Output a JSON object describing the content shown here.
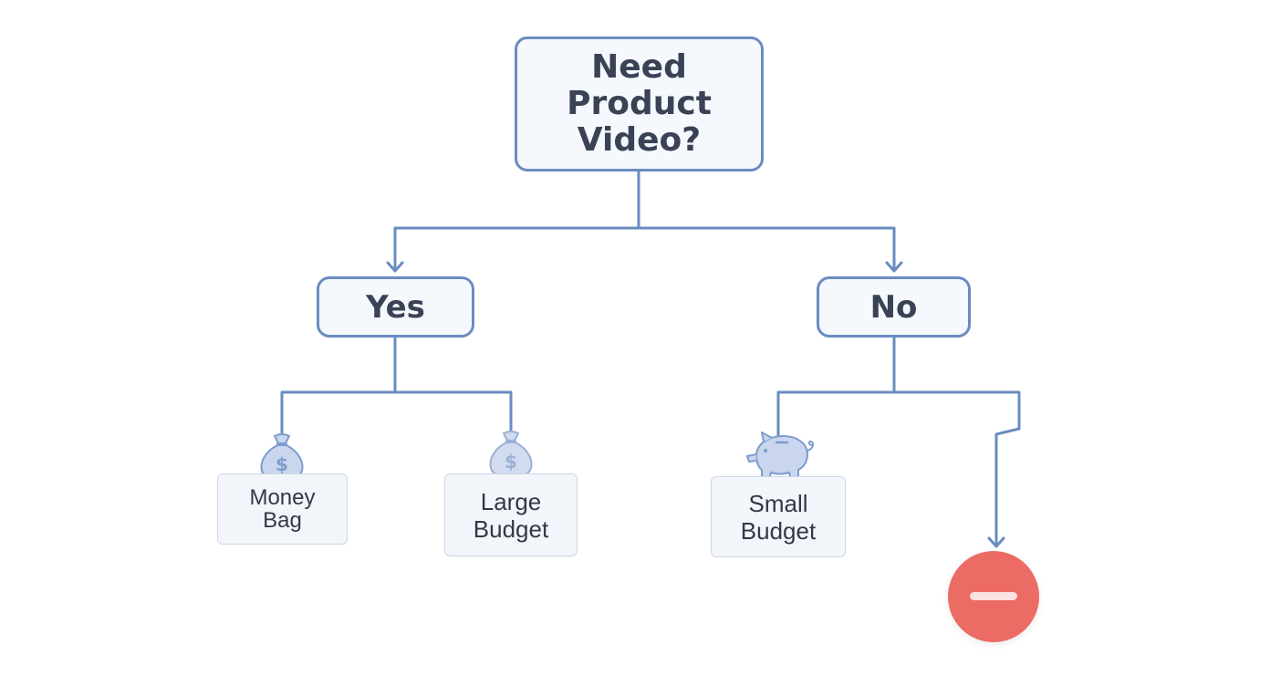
{
  "diagram": {
    "root": {
      "label_lines": [
        "Need",
        "Product",
        "Video?"
      ]
    },
    "yes_branch": {
      "label": "Yes",
      "children": [
        {
          "label_lines": [
            "Money",
            "Bag"
          ],
          "icon": "money-bag-icon"
        },
        {
          "label_lines": [
            "Large",
            "Budget"
          ],
          "icon": "money-bag-icon"
        }
      ]
    },
    "no_branch": {
      "label": "No",
      "children": [
        {
          "label_lines": [
            "Small",
            "Budget"
          ],
          "icon": "piggy-bank-icon"
        },
        {
          "icon": "stop-icon"
        }
      ]
    }
  },
  "colors": {
    "line": "#6a8cc0",
    "box_border": "#6a8cc0",
    "box_fill": "#f5f8fc",
    "text": "#3a4256",
    "icon_fill": "#c9d6ee",
    "stop": "#ec6b64"
  }
}
